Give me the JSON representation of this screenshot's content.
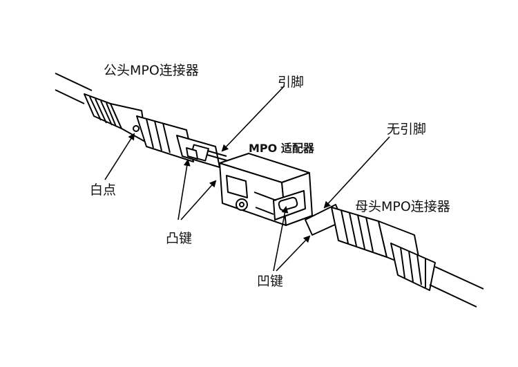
{
  "labels": {
    "male_connector": "公头MPO连接器",
    "pin": "引脚",
    "adapter": "MPO 适配器",
    "no_pin": "无引脚",
    "female_connector": "母头MPO连接器",
    "white_dot": "白点",
    "key_up": "凸键",
    "key_down": "凹键"
  }
}
